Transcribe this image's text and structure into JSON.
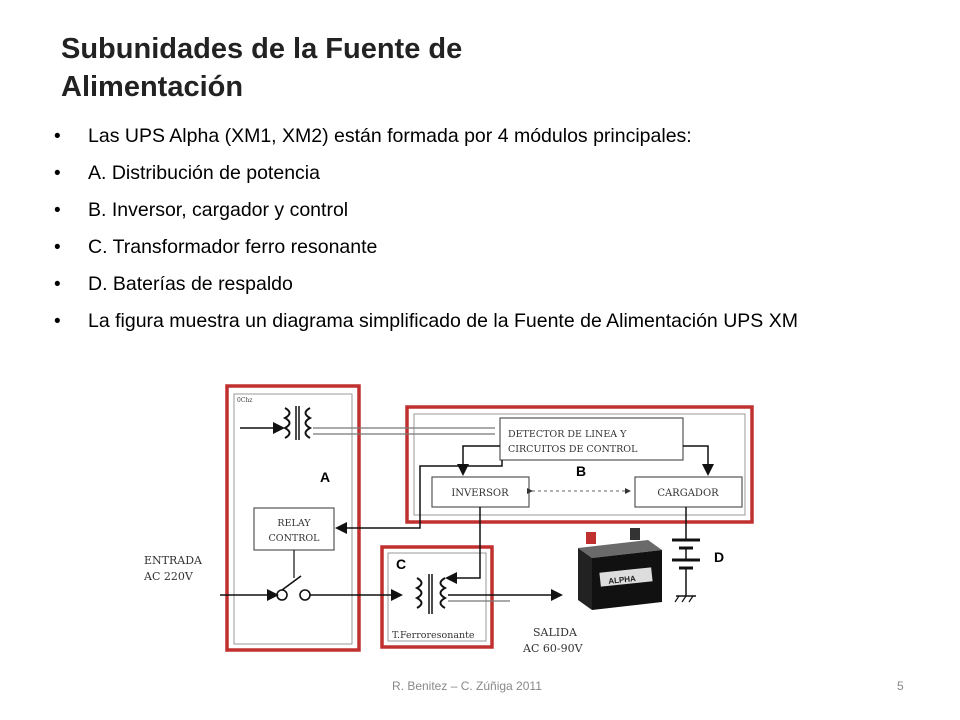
{
  "title_line1": "Subunidades de la Fuente de",
  "title_line2": "Alimentación",
  "bullets": [
    "Las UPS Alpha (XM1, XM2) están formada por 4 módulos principales:",
    "A. Distribución de potencia",
    "B. Inversor, cargador y control",
    "C. Transformador  ferro resonante",
    "D. Baterías de respaldo",
    "La figura muestra un diagrama simplificado de la Fuente de Alimentación UPS XM"
  ],
  "diagram": {
    "label_a": "A",
    "label_b": "B",
    "label_c": "C",
    "label_d": "D",
    "small_label": "0Chz",
    "detector_line1": "DETECTOR DE LINEA Y",
    "detector_line2": "CIRCUITOS DE CONTROL",
    "inversor": "INVERSOR",
    "cargador": "CARGADOR",
    "relay_line1": "RELAY",
    "relay_line2": "CONTROL",
    "entrada_line1": "ENTRADA",
    "entrada_line2": "AC 220V",
    "salida_line1": "SALIDA",
    "salida_line2": "AC 60-90V",
    "ferro_label": "T.Ferroresonante",
    "battery_brand": "ALPHA",
    "accent_color": "#c0302f"
  },
  "footer": {
    "credit": "R. Benitez – C. Zúñiga 2011",
    "page": "5"
  }
}
